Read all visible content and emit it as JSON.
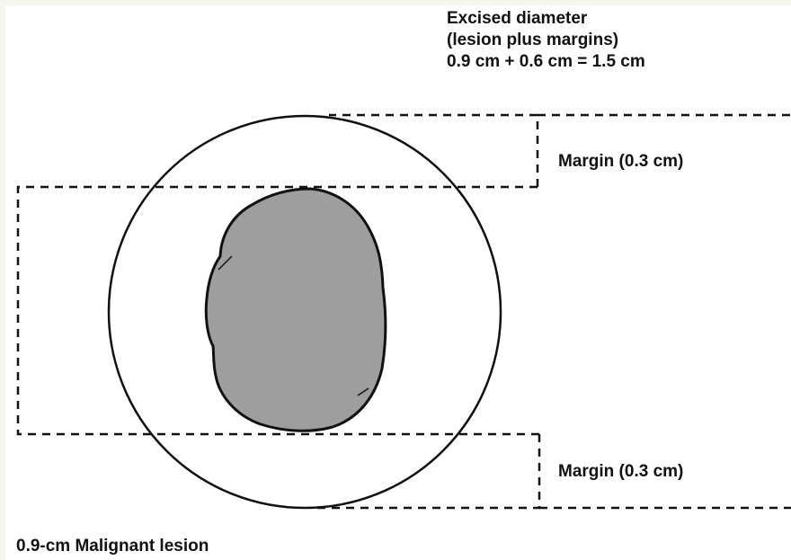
{
  "labels": {
    "excised_title": "Excised diameter",
    "excised_subtitle": "(lesion plus margins)",
    "excised_formula": "0.9 cm + 0.6 cm = 1.5 cm",
    "margin_top": "Margin (0.3 cm)",
    "margin_bottom": "Margin (0.3 cm)",
    "lesion": "0.9-cm Malignant lesion"
  },
  "colors": {
    "background_border": "#f5f7ee",
    "lesion_fill": "#9e9e9e",
    "stroke": "#111111"
  }
}
